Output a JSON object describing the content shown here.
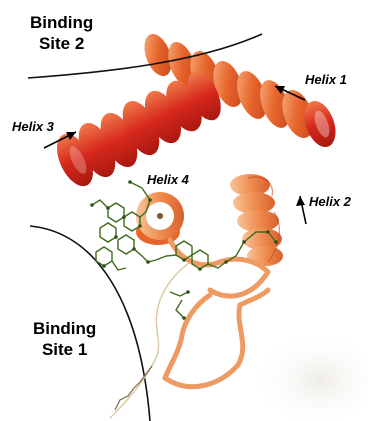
{
  "labels": {
    "binding_site_2": [
      "Binding",
      "Site 2"
    ],
    "binding_site_1": [
      "Binding",
      "Site 1"
    ],
    "helix_1": "Helix 1",
    "helix_2": "Helix 2",
    "helix_3": "Helix 3",
    "helix_4": "Helix 4"
  },
  "colors": {
    "helix_dark": "#d6281c",
    "helix_mid": "#e7642a",
    "helix_light": "#f3a06a",
    "loop": "#ee9a62",
    "ligand": "#3e6a1a",
    "boundary": "#111111",
    "background": "#ffffff"
  }
}
